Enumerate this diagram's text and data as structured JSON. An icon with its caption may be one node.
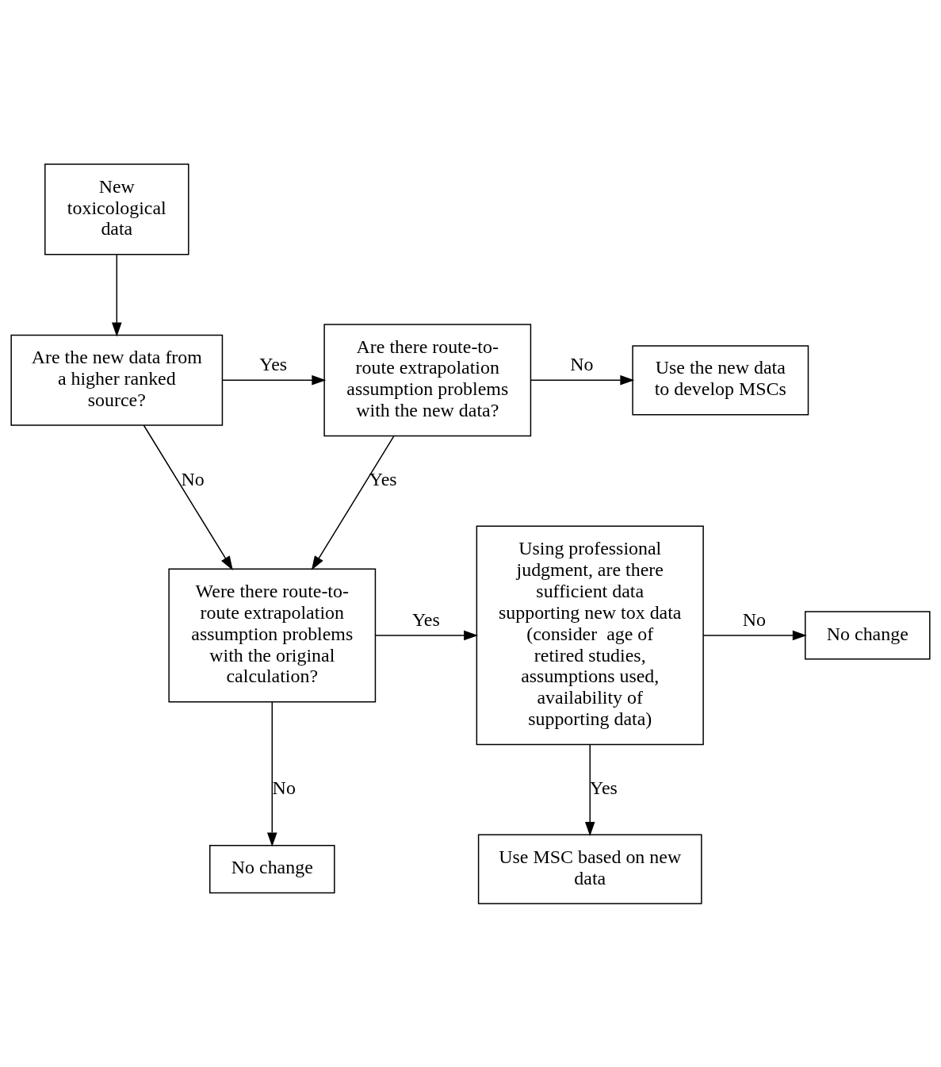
{
  "diagram": {
    "nodes": [
      {
        "text": [
          "New toxicological data"
        ]
      },
      {
        "text": [
          "Are the new data from a higher ranked source?"
        ]
      },
      {
        "text": [
          "Are there route-to-route extrapolation assumption problems with the new data?"
        ]
      },
      {
        "text": [
          "Use the new data to develop MSCs"
        ]
      },
      {
        "text": [
          "Were there route-to-route extrapolation assumption problems with the original calculation?"
        ]
      },
      {
        "text": [
          "Using professional judgment, are there sufficient data supporting new tox data (consider  age of retired studies, assumptions used, availability of supporting data)"
        ]
      },
      {
        "text": [
          "No change"
        ]
      },
      {
        "text": [
          "No change"
        ]
      },
      {
        "text": [
          "Use MSC based on new data"
        ]
      }
    ],
    "edges": [
      {
        "from": 0,
        "to": 1,
        "arrow": "to"
      },
      {
        "from": 1,
        "to": 2,
        "arrow": "to",
        "label": "Yes"
      },
      {
        "from": 2,
        "to": 3,
        "arrow": "to",
        "label": "No"
      },
      {
        "from": 1,
        "to": 4,
        "arrow": "to",
        "label": "No"
      },
      {
        "from": 2,
        "to": 4,
        "arrow": "to",
        "label": "Yes"
      },
      {
        "from": 4,
        "to": 5,
        "arrow": "to",
        "label": "Yes"
      },
      {
        "from": 5,
        "to": 6,
        "arrow": "to",
        "label": "No"
      },
      {
        "from": 4,
        "to": 7,
        "arrow": "to",
        "label": "No"
      },
      {
        "from": 5,
        "to": 8,
        "arrow": "to",
        "label": "Yes"
      }
    ]
  }
}
